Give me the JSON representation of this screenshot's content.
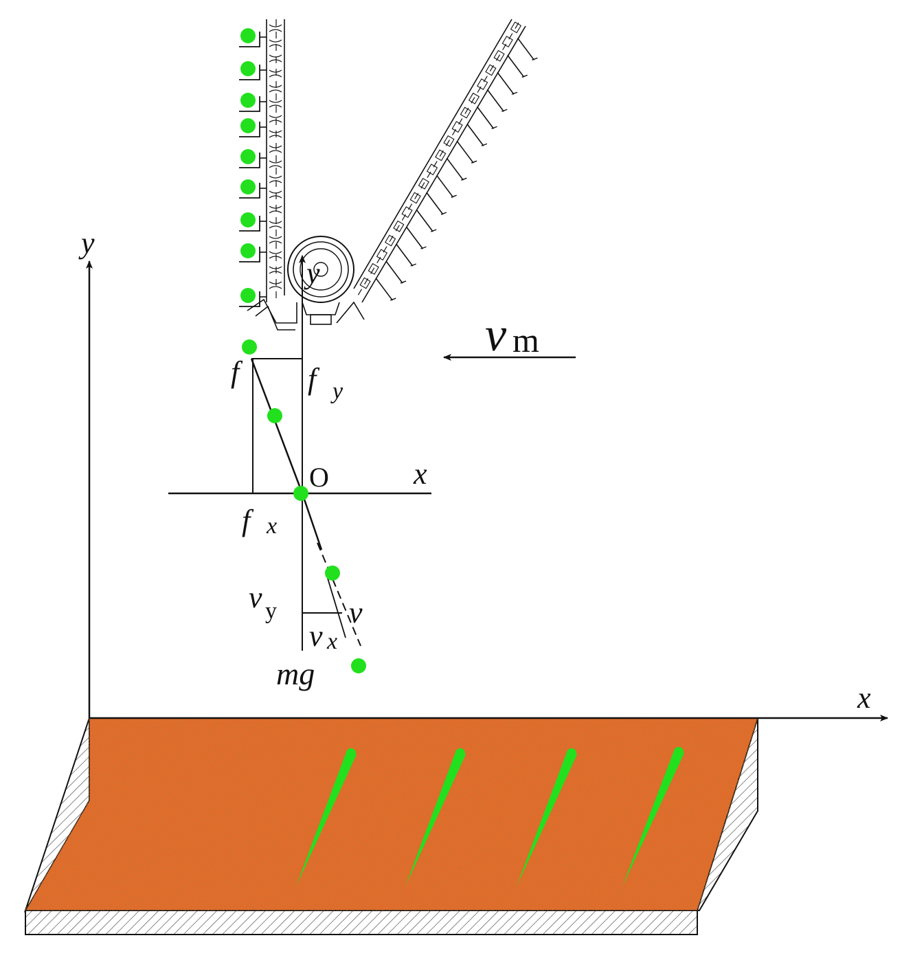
{
  "labels": {
    "y_outer": "y",
    "x_outer": "x",
    "y_inner": "y",
    "x_inner": "x",
    "origin": "O",
    "f": "f",
    "fy_main": "f",
    "fy_sub": "y",
    "fx_main": "f",
    "fx_sub": "x",
    "vm_main": "v",
    "vm_sub": "m",
    "vy_main": "v",
    "vy_sub": "y",
    "vx_main": "v",
    "vx_sub": "x",
    "v": "v",
    "mg": "mg"
  },
  "colors": {
    "seed": "#22e01e",
    "soil": "#ee6a22",
    "soil_speckle": "#b8461a",
    "line": "#111111",
    "hatch": "#555555"
  }
}
